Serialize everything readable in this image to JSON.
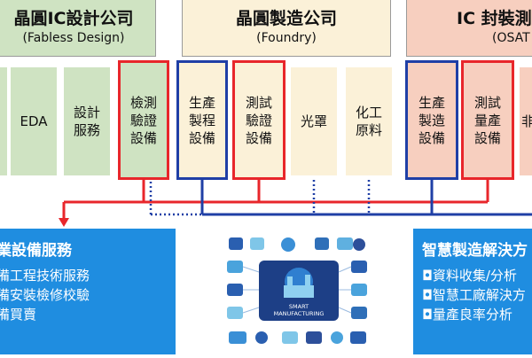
{
  "headers": {
    "design": {
      "title": "晶圓IC設計公司",
      "subtitle": "(Fabless Design)"
    },
    "foundry": {
      "title": "晶圓製造公司",
      "subtitle": "(Foundry)"
    },
    "osat": {
      "title": "IC 封裝測",
      "subtitle": "(OSAT"
    }
  },
  "columns": {
    "eda": "EDA",
    "design_service": "設計服務",
    "verify_equipment": "檢測驗證設備",
    "process_equipment": "生產製程設備",
    "test_verify_equipment": "測試驗證設備",
    "photomask": "光罩",
    "chemicals": "化工原料",
    "osat_production_equipment": "生產製造設備",
    "osat_test_equipment": "測試量產設備",
    "osat_partial": "非"
  },
  "left_panel": {
    "title": "業設備服務",
    "items": [
      "備工程技術服務",
      "備安裝檢修校驗",
      "備買賣"
    ]
  },
  "right_panel": {
    "title": "智慧製造解決方",
    "items": [
      "◘資料收集/分析",
      "◘智慧工廠解決方",
      "◘量產良率分析"
    ]
  },
  "center_graphic": {
    "label_line1": "SMART",
    "label_line2": "MANUFACTURING"
  },
  "colors": {
    "green": "#cfe3c2",
    "cream": "#fbf1d8",
    "salmon": "#f7cfbf",
    "blue_panel": "#1f8de0",
    "red_outline": "#e8262b",
    "blue_outline": "#1f3fa6"
  }
}
